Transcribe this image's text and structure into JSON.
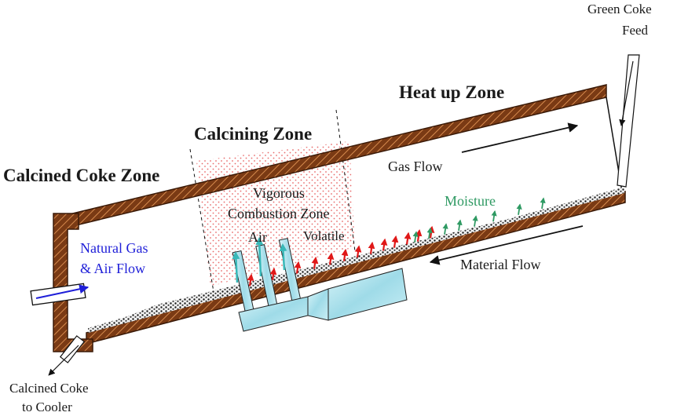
{
  "zones": {
    "heat_up": "Heat up Zone",
    "calcining": "Calcining Zone",
    "calcined_coke": "Calcined Coke Zone"
  },
  "labels": {
    "green_coke_feed_line1": "Green Coke",
    "green_coke_feed_line2": "Feed",
    "gas_flow": "Gas Flow",
    "vigorous_line1": "Vigorous",
    "vigorous_line2": "Combustion Zone",
    "air": "Air",
    "volatile": "Volatile",
    "moisture": "Moisture",
    "material_flow": "Material Flow",
    "natural_gas_line1": "Natural Gas",
    "natural_gas_line2": "& Air Flow",
    "calcined_coke_line1": "Calcined Coke",
    "calcined_coke_line2": "to Cooler"
  },
  "colors": {
    "kiln_wall": "#7a3a14",
    "natural_gas_text": "#1f1fd8",
    "moisture_text": "#2f9a63",
    "volatile_arrow": "#e01818",
    "air_arrow": "#38b8b8",
    "combustion_dots": "#e86a6a",
    "burner_fill": "#a9e2ee"
  }
}
